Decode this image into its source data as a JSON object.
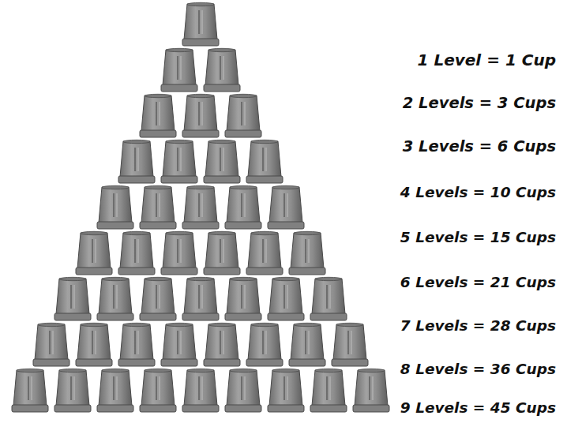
{
  "diagram": {
    "labels": [
      "1 Level = 1 Cup",
      "2 Levels = 3 Cups",
      "3 Levels = 6 Cups",
      "4 Levels = 10 Cups",
      "5 Levels = 15 Cups",
      "6 Levels = 21 Cups",
      "7 Levels = 28 Cups",
      "8 Levels = 36 Cups",
      "9 Levels = 45 Cups"
    ]
  }
}
